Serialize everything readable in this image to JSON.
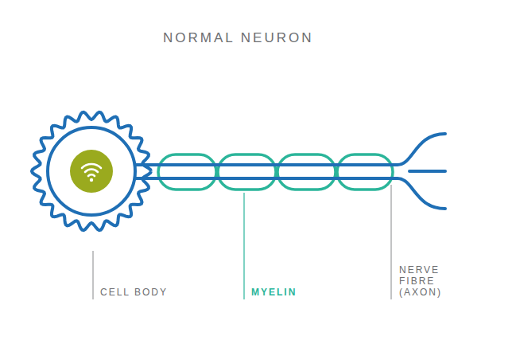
{
  "diagram": {
    "title": "NORMAL NEURON",
    "labels": [
      "CELL BODY",
      "MYELIN",
      "NERVE FIBRE (AXON)"
    ]
  }
}
